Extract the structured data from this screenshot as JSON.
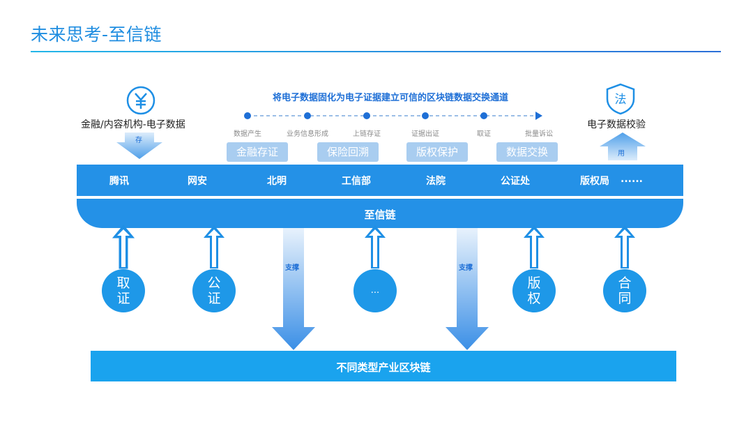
{
  "title": "未来思考-至信链",
  "headline": "将电子数据固化为电子证据建立可信的区块链数据交换通道",
  "left_source": {
    "label": "金融/内容机构-电子数据",
    "arrow_label": "存",
    "icon": "yuan-icon"
  },
  "right_target": {
    "label": "电子数据校验",
    "arrow_label": "用",
    "icon": "law-shield-icon"
  },
  "flow_steps": [
    "数据产生",
    "业务信息形成",
    "上链存证",
    "证据出证",
    "取证",
    "批量诉讼"
  ],
  "scenarios": [
    "金融存证",
    "保险回溯",
    "版权保护",
    "数据交换"
  ],
  "organizations": [
    "腾讯",
    "网安",
    "北明",
    "工信部",
    "法院",
    "公证处",
    "版权局",
    "......"
  ],
  "chain_name": "至信链",
  "support_label": "支撑",
  "uses": [
    {
      "line1": "取",
      "line2": "证"
    },
    {
      "line1": "公",
      "line2": "证"
    },
    {
      "line1": "...",
      "line2": ""
    },
    {
      "line1": "版",
      "line2": "权"
    },
    {
      "line1": "合",
      "line2": "同"
    }
  ],
  "foundation": "不同类型产业区块链",
  "colors": {
    "primary": "#2491e7",
    "title": "#1f8de0",
    "pill": "#a9cdf0",
    "circle": "#1e98e8",
    "foundation": "#1aa3ee"
  }
}
